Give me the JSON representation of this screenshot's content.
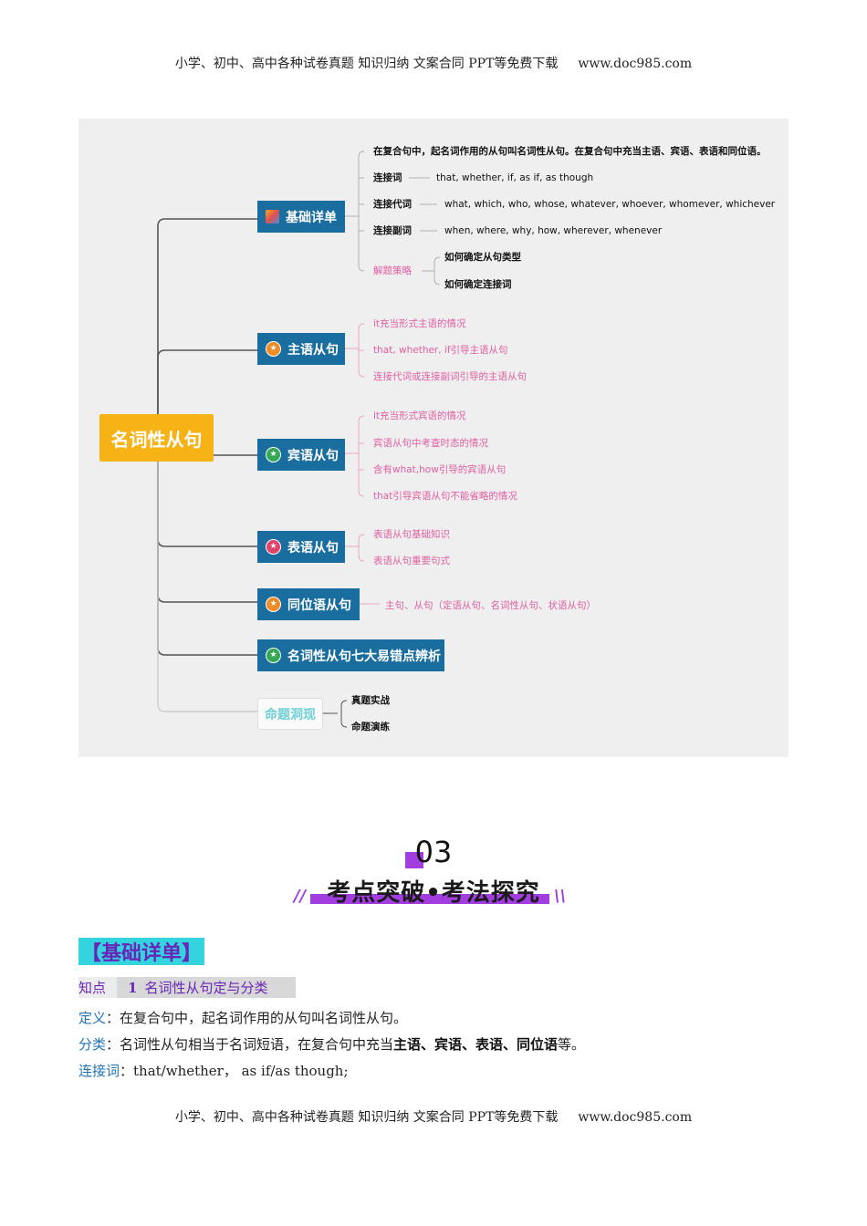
{
  "header": {
    "text": "小学、初中、高中各种试卷真题 知识归纳 文案合同 PPT等免费下载",
    "site": "www.doc985.com"
  },
  "footer": {
    "text": "小学、初中、高中各种试卷真题 知识归纳 文案合同 PPT等免费下载",
    "site": "www.doc985.com"
  },
  "mindmap": {
    "root": "名词性从句",
    "branches": [
      {
        "label": "基础详单",
        "icon": "cube-icon"
      },
      {
        "label": "主语从句",
        "icon": "orange-star-icon"
      },
      {
        "label": "宾语从句",
        "icon": "green-star-icon"
      },
      {
        "label": "表语从句",
        "icon": "red-star-icon"
      },
      {
        "label": "同位语从句",
        "icon": "orange-star-icon"
      },
      {
        "label": "名词性从句七大易错点辨析",
        "icon": "green-star-icon"
      },
      {
        "label": "命题洞现"
      }
    ],
    "basic": {
      "definition": "在复合句中，起名词作用的从句叫名词性从句。在复合句中充当主语、宾语、表语和同位语。",
      "connectors": [
        {
          "name": "连接词",
          "value": "that, whether, if, as if, as though"
        },
        {
          "name": "连接代词",
          "value": "what, which, who, whose, whatever, whoever, whomever, whichever"
        },
        {
          "name": "连接副词",
          "value": "when, where, why, how, wherever, whenever"
        }
      ],
      "strategy": {
        "name": "解题策略",
        "items": [
          "如何确定从句类型",
          "如何确定连接词"
        ]
      }
    },
    "subject_items": [
      "it充当形式主语的情况",
      "that, whether, if引导主语从句",
      "连接代词或连接副词引导的主语从句"
    ],
    "object_items": [
      "it充当形式宾语的情况",
      "宾语从句中考查时态的情况",
      "含有what,how引导的宾语从句",
      "that引导宾语从句不能省略的情况"
    ],
    "predicative_items": [
      "表语从句基础知识",
      "表语从句重要句式"
    ],
    "appositive_item": "主句、从句（定语从句、名词性从句、状语从句）",
    "exam_items": [
      "真题实战",
      "命题演练"
    ]
  },
  "section": {
    "number": "03",
    "title": "考点突破•考法探究",
    "slash_left": "//",
    "slash_right": "\\\\"
  },
  "tag": "【基础详单】",
  "knowledge": {
    "word": "知点",
    "num": "1",
    "title": "名词性从句定与分类"
  },
  "definition": {
    "label": "定义",
    "text": "：在复合句中，起名词作用的从句叫名词性从句。"
  },
  "classification": {
    "label": "分类",
    "text_before": "：名词性从句相当于名词短语，在复合句中充当",
    "bold": "主语、宾语、表语、同位语",
    "text_after": "等。"
  },
  "connector": {
    "label": "连接词",
    "text": "：that/whether，  as if/as though;"
  },
  "colors": {
    "branch": "#1a6e9f",
    "root": "#f7b316",
    "pink": "#e05fa2",
    "purple": "#a23de0",
    "cyan": "#33d4de"
  }
}
